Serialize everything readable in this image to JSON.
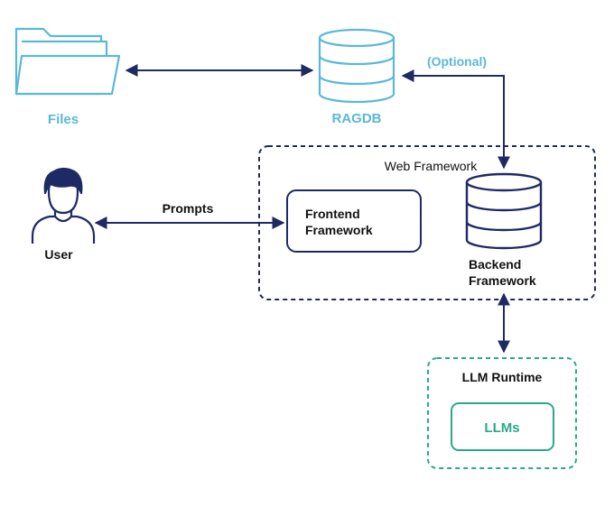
{
  "colors": {
    "navy": "#1e2a63",
    "cyan": "#5bb8d9",
    "green": "#2aa98a"
  },
  "nodes": {
    "files": {
      "label": "Files",
      "icon": "folder-icon"
    },
    "ragdb": {
      "label": "RAGDB",
      "icon": "database-icon"
    },
    "optional": {
      "label": "(Optional)"
    },
    "web_framework": {
      "label": "Web Framework"
    },
    "user": {
      "label": "User",
      "icon": "user-icon"
    },
    "prompts": {
      "label": "Prompts"
    },
    "frontend": {
      "line1": "Frontend",
      "line2": "Framework"
    },
    "backend": {
      "line1": "Backend",
      "line2": "Framework",
      "icon": "database-icon"
    },
    "llm_runtime": {
      "label": "LLM Runtime"
    },
    "llms": {
      "label": "LLMs"
    }
  }
}
